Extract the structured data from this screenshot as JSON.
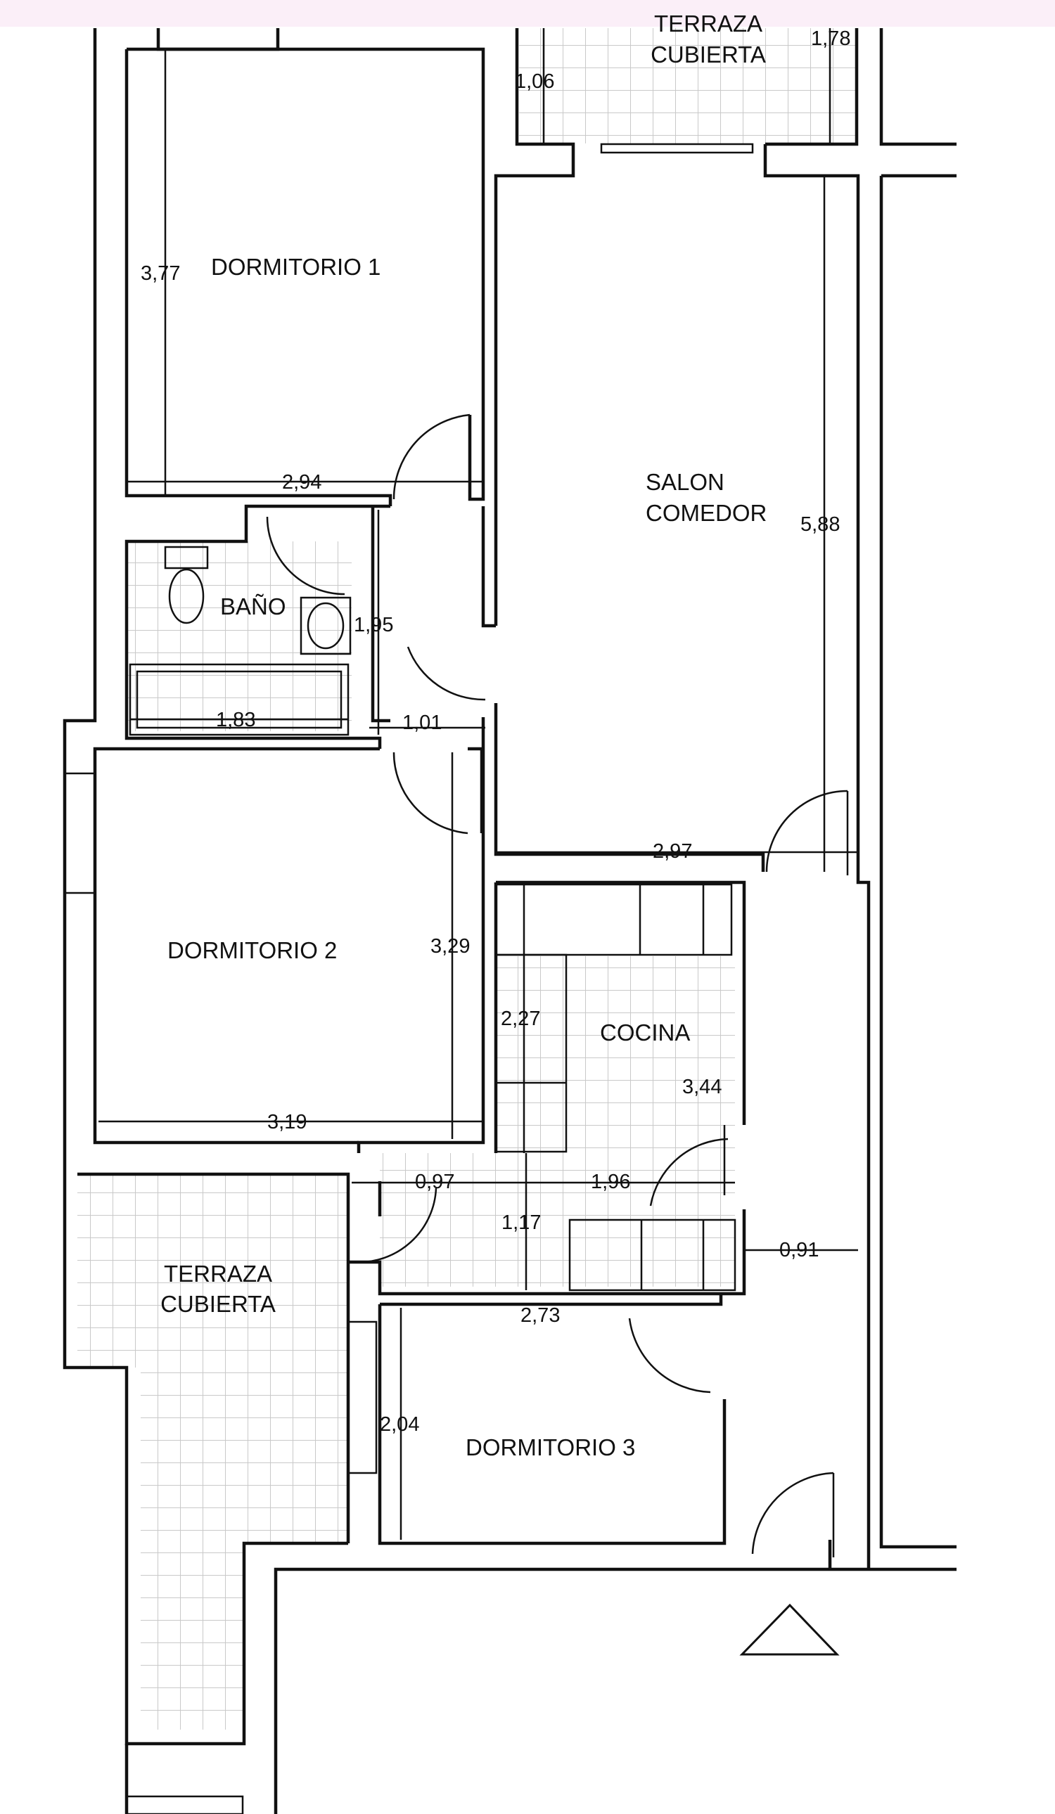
{
  "rooms": {
    "terraza_top": "TERRAZA\nCUBIERTA",
    "dormitorio1": "DORMITORIO 1",
    "salon": [
      "SALON",
      "COMEDOR"
    ],
    "bano": "BAÑO",
    "dormitorio2": "DORMITORIO 2",
    "cocina": "COCINA",
    "terraza_bottom": [
      "TERRAZA",
      "CUBIERTA"
    ],
    "dormitorio3": "DORMITORIO 3"
  },
  "terraza_top_lines": [
    "TERRAZA",
    "CUBIERTA"
  ],
  "dimensions": {
    "t_178": "1,78",
    "t_106": "1,06",
    "d1_height": "3,77",
    "d1_width": "2,94",
    "salon_height": "5,88",
    "bano_height": "1,95",
    "bano_width": "1,83",
    "hall_width": "1,01",
    "salon_width": "2,97",
    "d2_height": "3,29",
    "cocina_a": "2,27",
    "cocina_height": "3,44",
    "d2_width": "3,19",
    "pass_097": "0,97",
    "cocina_width": "1,96",
    "pass_117": "1,17",
    "corridor_091": "0,91",
    "d3_width": "2,73",
    "d3_height": "2,04"
  },
  "colors": {
    "wall": "#111111",
    "tile": "#c9c9c9",
    "topbar": "#fbeff8"
  }
}
